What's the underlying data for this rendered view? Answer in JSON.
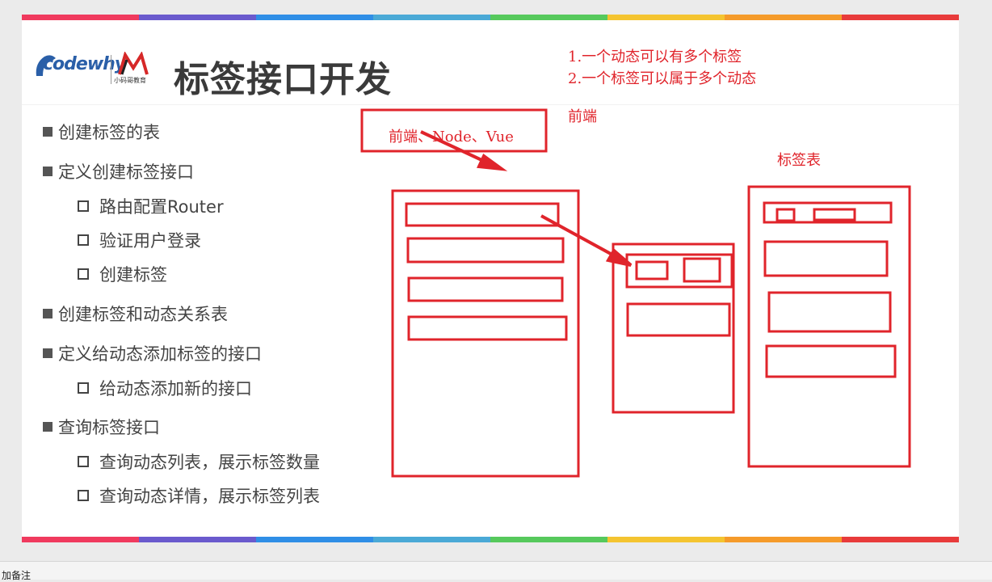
{
  "slide": {
    "stripe_colors": [
      "#f03a5e",
      "#6a5acd",
      "#2f8ee6",
      "#4aa9d6",
      "#56c95c",
      "#f4c430",
      "#f59b2a",
      "#e83b3b"
    ],
    "logo": {
      "brand_text": "codewhy",
      "mark_text": "M",
      "sub_text": "小码哥教育"
    },
    "title": "标签接口开发",
    "outline": [
      {
        "level": 1,
        "text": "创建标签的表"
      },
      {
        "level": 1,
        "text": "定义创建标签接口"
      },
      {
        "level": 2,
        "text": "路由配置Router"
      },
      {
        "level": 2,
        "text": "验证用户登录"
      },
      {
        "level": 2,
        "text": "创建标签"
      },
      {
        "level": 1,
        "text": "创建标签和动态关系表"
      },
      {
        "level": 1,
        "text": "定义给动态添加标签的接口"
      },
      {
        "level": 2,
        "text": "给动态添加新的接口"
      },
      {
        "level": 1,
        "text": "查询标签接口"
      },
      {
        "level": 2,
        "text": "查询动态列表，展示标签数量"
      },
      {
        "level": 2,
        "text": "查询动态详情，展示标签列表"
      }
    ],
    "annotations": {
      "note1": "1.一个动态可以有多个标签",
      "note2": "2.一个标签可以属于多个动态",
      "frontend": "前端",
      "box_label": "前端、Node、Vue",
      "tag_table": "标签表"
    },
    "annotation_color": "#e0242b"
  },
  "status_bar": {
    "notes_placeholder": "加备注"
  }
}
